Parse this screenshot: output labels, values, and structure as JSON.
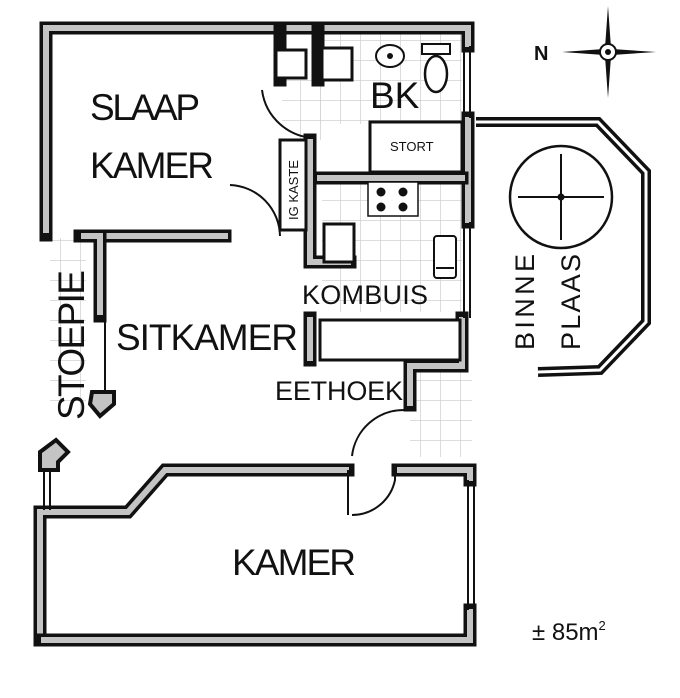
{
  "rooms": {
    "slaapkamer_line1": "SLAAP",
    "slaapkamer_line2": "KAMER",
    "badkamer": "BK",
    "stort": "STORT",
    "ig_kaste": "IG KASTE",
    "kombuis": "KOMBUIS",
    "sitkamer": "SITKAMER",
    "stoepie": "STOEPIE",
    "eethoek": "EETHOEK",
    "binneplaas_line1": "BINNE",
    "binneplaas_line2": "PLAAS",
    "kamer": "KAMER"
  },
  "compass": {
    "north_label": "N"
  },
  "area": {
    "prefix": "± 85m",
    "superscript": "2"
  },
  "colors": {
    "wall_fill": "#c4c4c4",
    "wall_outline": "#111111",
    "tile_grid": "#d0d0d0"
  }
}
